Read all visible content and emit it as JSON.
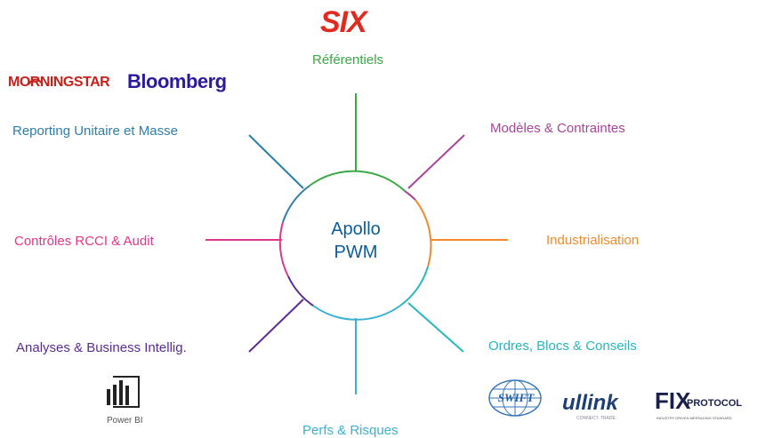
{
  "center": {
    "line1": "Apollo",
    "line2": "PWM"
  },
  "branches": [
    {
      "id": "referentiels",
      "label": "Référentiels",
      "color": "#3aa845"
    },
    {
      "id": "modeles",
      "label": "Modèles & Contraintes",
      "color": "#a8449a"
    },
    {
      "id": "industrialisation",
      "label": "Industrialisation",
      "color": "#f08a2b"
    },
    {
      "id": "ordres",
      "label": "Ordres, Blocs & Conseils",
      "color": "#27b6bf"
    },
    {
      "id": "perfs",
      "label": "Perfs & Risques",
      "color": "#3ab1d2"
    },
    {
      "id": "analyses",
      "label": "Analyses & Business Intellig.",
      "color": "#5b2c8f"
    },
    {
      "id": "controles",
      "label": "Contrôles RCCI & Audit",
      "color": "#e0388a"
    },
    {
      "id": "reporting",
      "label": "Reporting Unitaire et Masse",
      "color": "#2e7ea8"
    }
  ],
  "logos": {
    "six": "SIX",
    "morningstar": "MORNINGSTAR",
    "bloomberg": "Bloomberg",
    "powerbi": "Power BI",
    "swift": "SWIFT",
    "ullink": "ullink",
    "ullink_sub": "CONNECT. TRADE.",
    "fix_big": "FIX",
    "fix_small": "PROTOCOL",
    "fix_sub": "INDUSTRY DRIVEN MESSAGING STANDARD"
  }
}
